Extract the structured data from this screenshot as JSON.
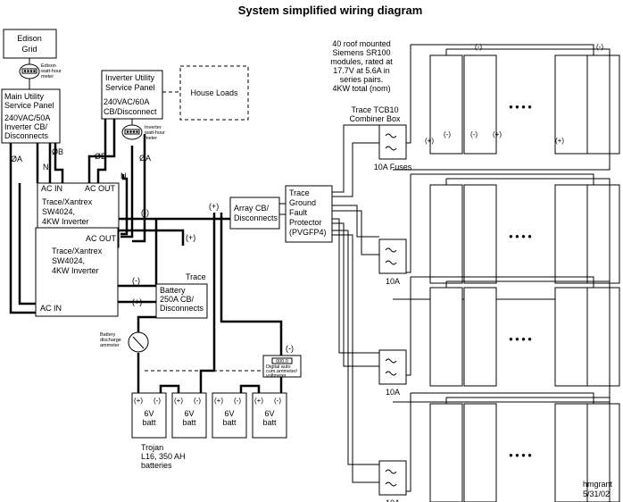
{
  "title": "System simplified wiring diagram",
  "edison_grid": [
    "Edison",
    "Grid"
  ],
  "edison_meter": [
    "Edison",
    "watt-hour",
    "meter"
  ],
  "main_panel": [
    "Main Utility",
    "Service Panel",
    "240VAC/50A",
    "Inverter CB/",
    "Disconnects"
  ],
  "inv_util_panel": [
    "Inverter Utility",
    "Service Panel",
    "240VAC/60A",
    "CB/Disconnect"
  ],
  "house_loads": "House Loads",
  "inverter_meter": [
    "Inverter",
    "watt-hour",
    "meter"
  ],
  "inverter1": {
    "ac_in": "AC IN",
    "ac_out": "AC OUT",
    "lines": [
      "Trace/Xantrex",
      "SW4024,",
      "4KW Inverter"
    ]
  },
  "inverter2": {
    "ac_in": "AC IN",
    "ac_out": "AC OUT",
    "lines": [
      "Trace/Xantrex",
      "SW4024,",
      "4KW Inverter"
    ]
  },
  "phase": {
    "a": "ØA",
    "b": "ØB",
    "n": "N"
  },
  "minus": "(-)",
  "plus": "(+)",
  "trace": "Trace",
  "battery_cb": [
    "Battery",
    "250A CB/",
    "Disconnects"
  ],
  "array_cb": [
    "Array CB/",
    "Disconnects"
  ],
  "gfp": [
    "Trace",
    "Ground",
    "Fault",
    "Protector",
    "(PVGFP4)"
  ],
  "battery_ammeter": [
    "Battery",
    "discharge",
    "ammeter"
  ],
  "digital_meter": {
    "display": "000.0",
    "label": [
      "Digital auto",
      "cum.ammeter/",
      "voltmeter"
    ]
  },
  "battery_label": [
    "6V",
    "batt"
  ],
  "trojan": [
    "Trojan",
    "L16, 350 AH",
    "batteries"
  ],
  "modules_note": [
    "40 roof mounted",
    "Siemens SR100",
    "modules, rated at",
    "17.7V at 5.6A in",
    "series pairs.",
    "4KW total (nom)"
  ],
  "combiner": [
    "Trace TCB10",
    "Combiner Box"
  ],
  "fuse_first": "10A Fuses",
  "fuse_other": "10A",
  "ellipsis": "● ● ● ●",
  "author": [
    "hmgrant",
    "5/31/02"
  ]
}
